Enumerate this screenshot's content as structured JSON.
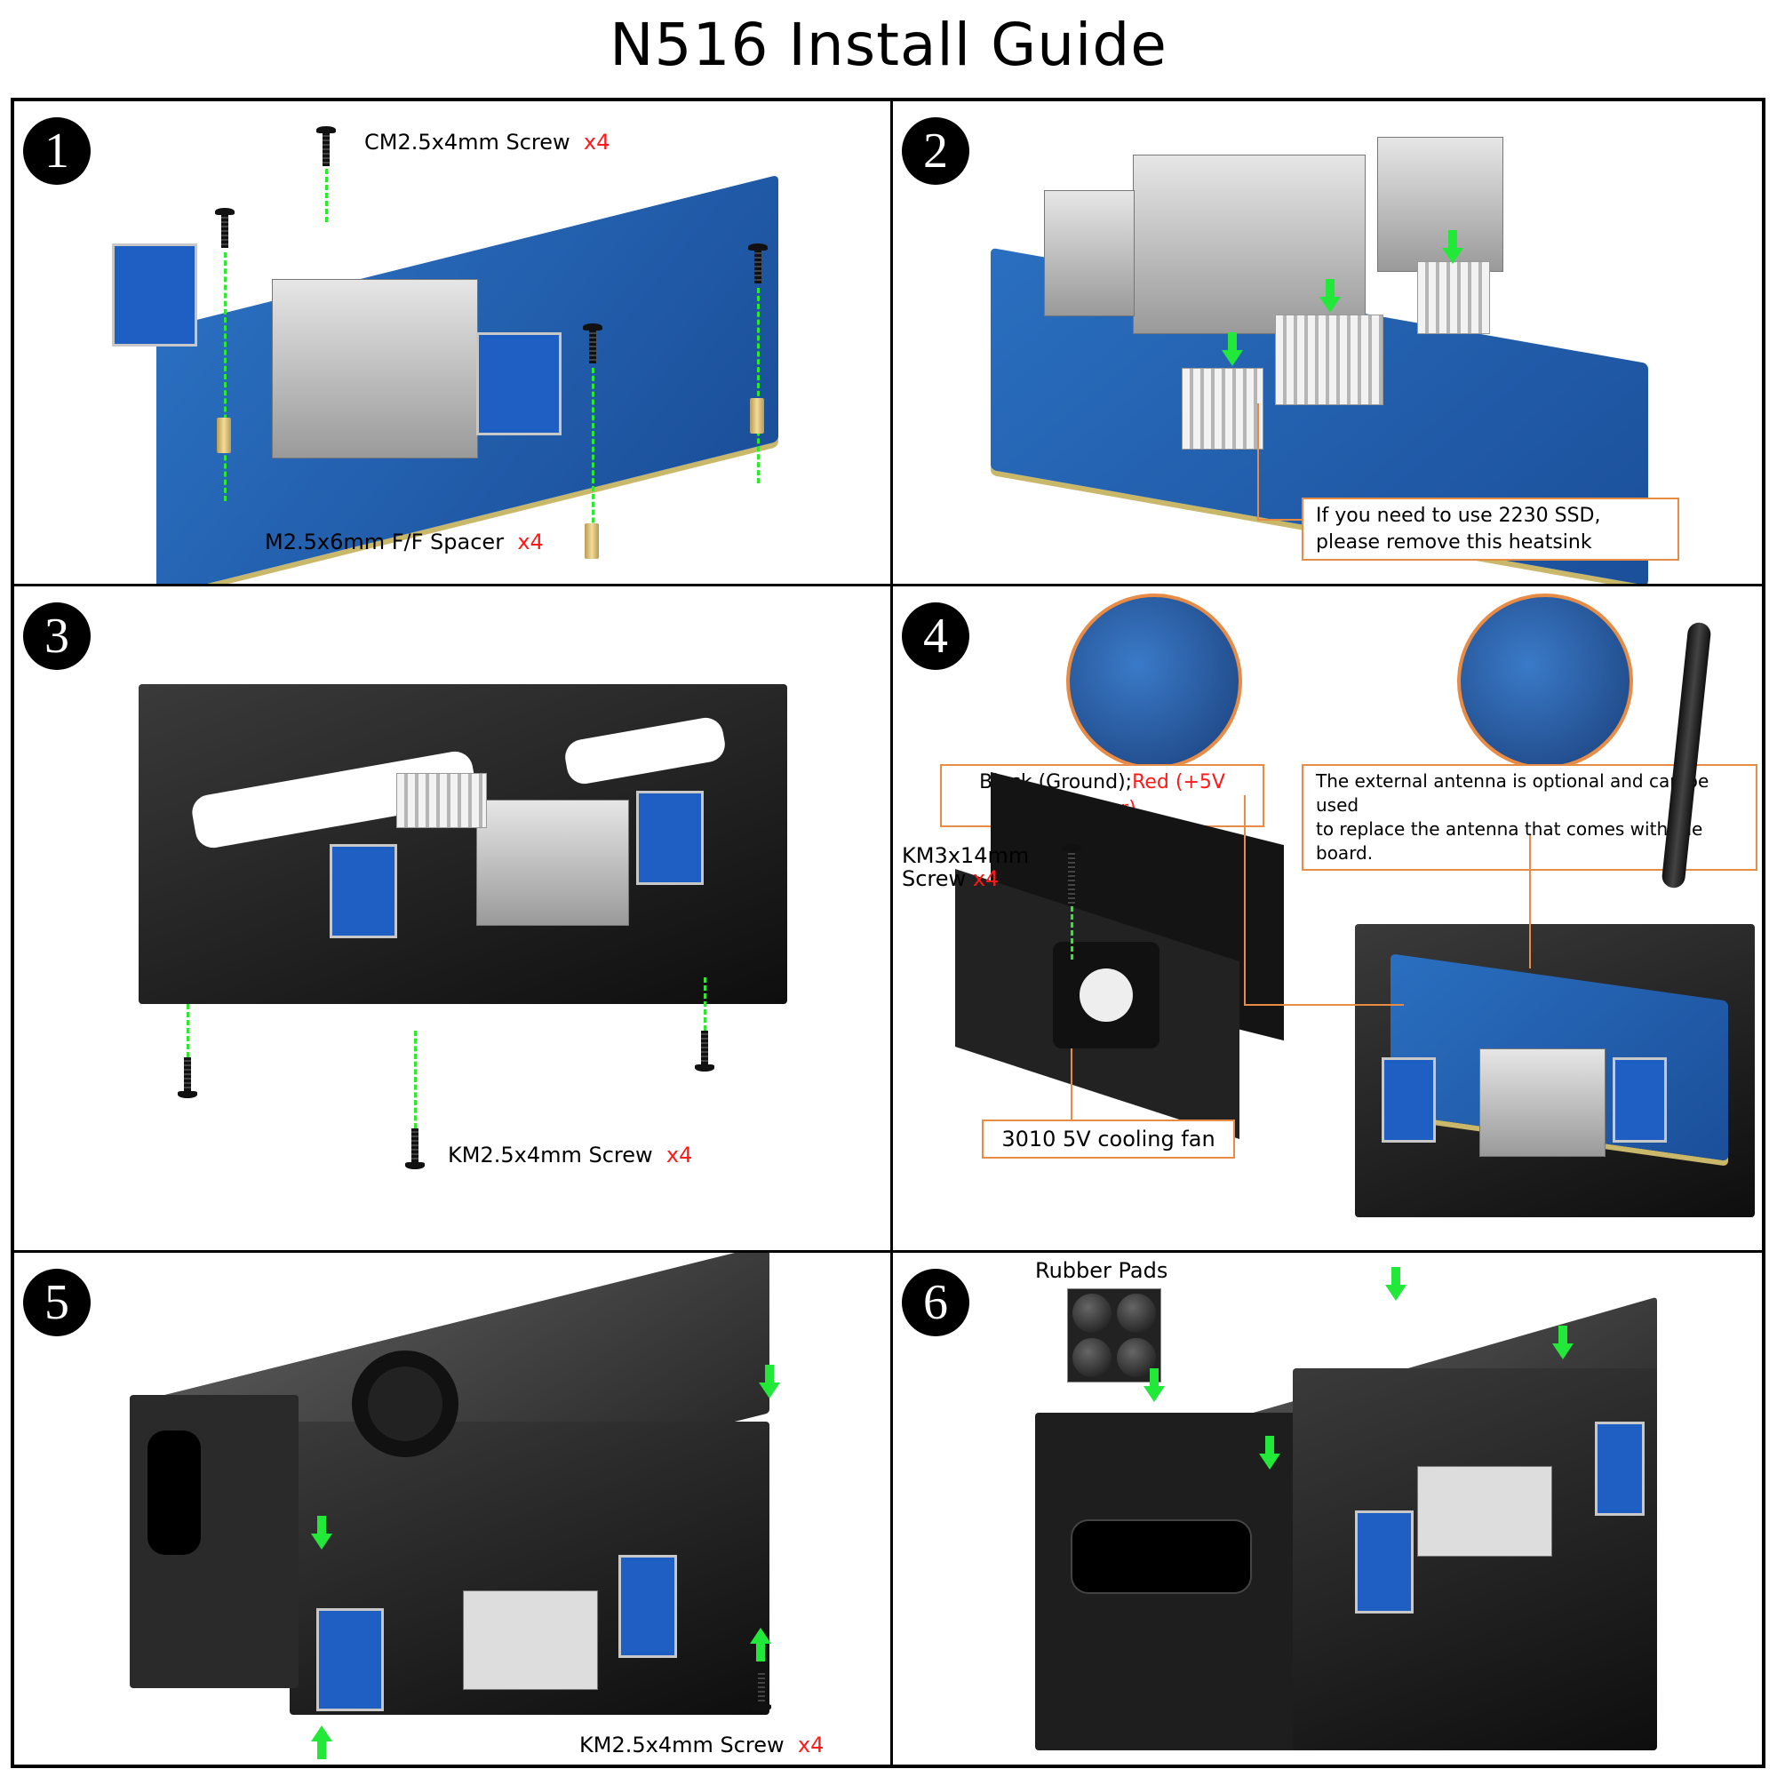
{
  "title": "N516 Install Guide",
  "steps": [
    {
      "number": "1",
      "labels": [
        {
          "text": "CM2.5x4mm Screw",
          "qty": "x4"
        },
        {
          "text": "M2.5x6mm F/F Spacer",
          "qty": "x4"
        }
      ]
    },
    {
      "number": "2",
      "callout": [
        "If you need to use 2230 SSD,",
        "please remove this heatsink"
      ]
    },
    {
      "number": "3",
      "labels": [
        {
          "text": "KM2.5x4mm Screw",
          "qty": "x4"
        }
      ]
    },
    {
      "number": "4",
      "wire_callout": {
        "black": "Black (Ground);",
        "red": "Red (+5V power)"
      },
      "antenna_callout": [
        "The external antenna is optional and can be used",
        "to replace the antenna that comes with the board."
      ],
      "screw_label": {
        "line1": "KM3x14mm",
        "line2": "Screw",
        "qty": "x4"
      },
      "fan_callout": "3010 5V cooling fan"
    },
    {
      "number": "5",
      "labels": [
        {
          "text": "KM2.5x4mm Screw",
          "qty": "x4"
        }
      ]
    },
    {
      "number": "6",
      "labels": [
        {
          "text": "Rubber Pads"
        }
      ]
    }
  ],
  "colors": {
    "accent_orange": "#e88c45",
    "qty_red": "#ff1a1a",
    "arrow_green": "#22e83a"
  }
}
